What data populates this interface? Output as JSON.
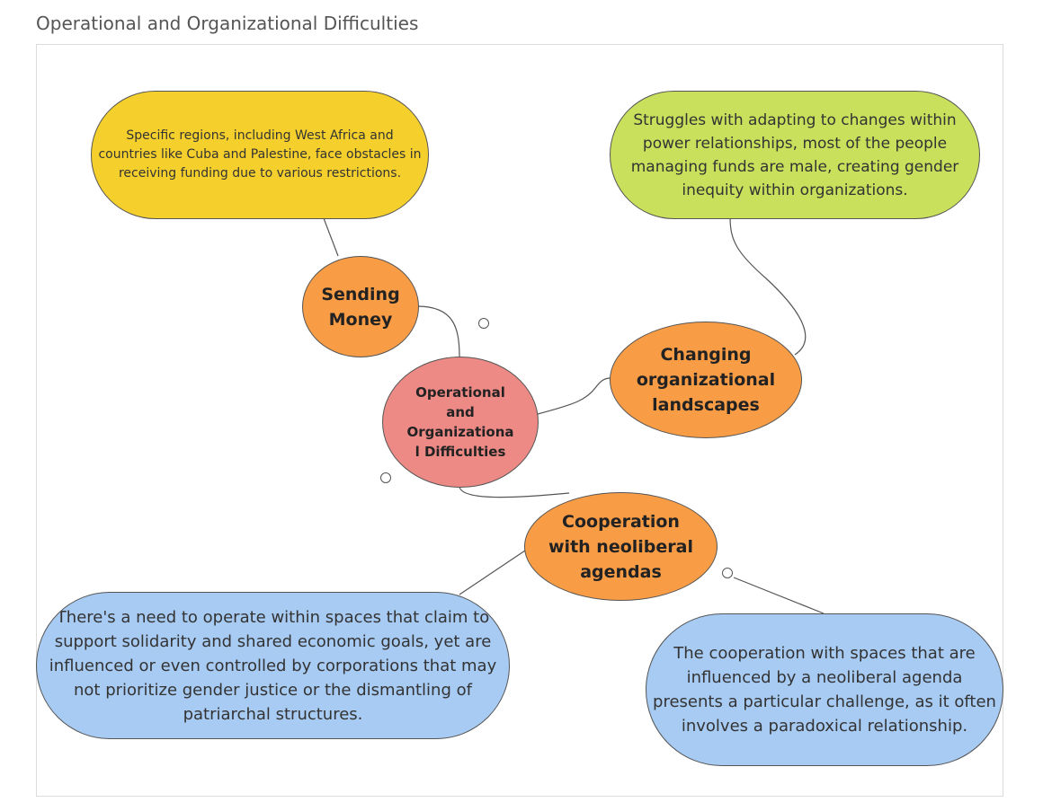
{
  "header": {
    "title": "Operational and Organizational Difficulties"
  },
  "mindmap": {
    "center": "Operational and Organizationa l Difficulties",
    "topics": {
      "sending_money": "Sending Money",
      "changing_landscapes": "Changing organizational landscapes",
      "cooperation": "Cooperation with neoliberal agendas"
    },
    "notes": {
      "regions": "Specific regions, including West Africa and countries like Cuba and Palestine, face obstacles in receiving funding due to various restrictions.",
      "power_relationships": "Struggles with adapting to changes within power relationships, most of the people managing funds are male, creating gender inequity within organizations.",
      "solidarity_spaces": "There's a need to operate within spaces that claim to support solidarity and shared economic goals, yet are influenced or even controlled by corporations that may not prioritize gender justice or the dismantling of patriarchal structures.",
      "paradox": "The cooperation with spaces that are influenced by a neoliberal agenda presents a particular challenge, as it often involves a paradoxical relationship."
    }
  },
  "colors": {
    "center": "#ee8a86",
    "topic": "#f89c46",
    "note_yellow": "#f5d02c",
    "note_green": "#c8e05b",
    "note_blue": "#a8cbf3"
  }
}
